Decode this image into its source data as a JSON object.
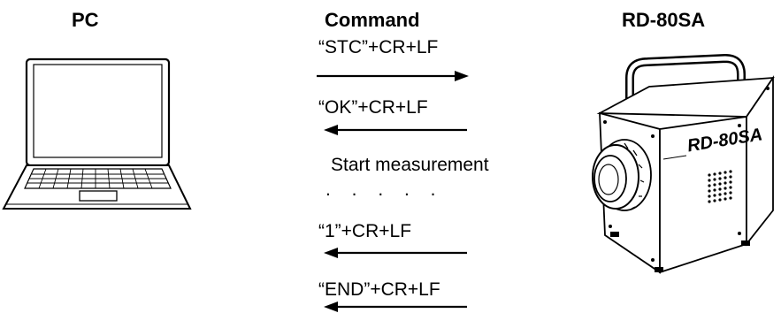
{
  "headers": {
    "pc": "PC",
    "command": "Command",
    "device": "RD-80SA"
  },
  "device_label": "RD-80SA",
  "messages": [
    {
      "text": "“STC”+CR+LF",
      "direction": "right"
    },
    {
      "text": "“OK”+CR+LF",
      "direction": "left"
    },
    {
      "text": "Start measurement",
      "direction": "none"
    },
    {
      "text": ". . . . .",
      "direction": "none"
    },
    {
      "text": "“1”+CR+LF",
      "direction": "left"
    },
    {
      "text": "“END”+CR+LF",
      "direction": "left"
    }
  ],
  "icons": {
    "pc": "laptop-icon",
    "device": "measurement-device-icon"
  },
  "colors": {
    "line": "#000000",
    "background": "#ffffff"
  }
}
